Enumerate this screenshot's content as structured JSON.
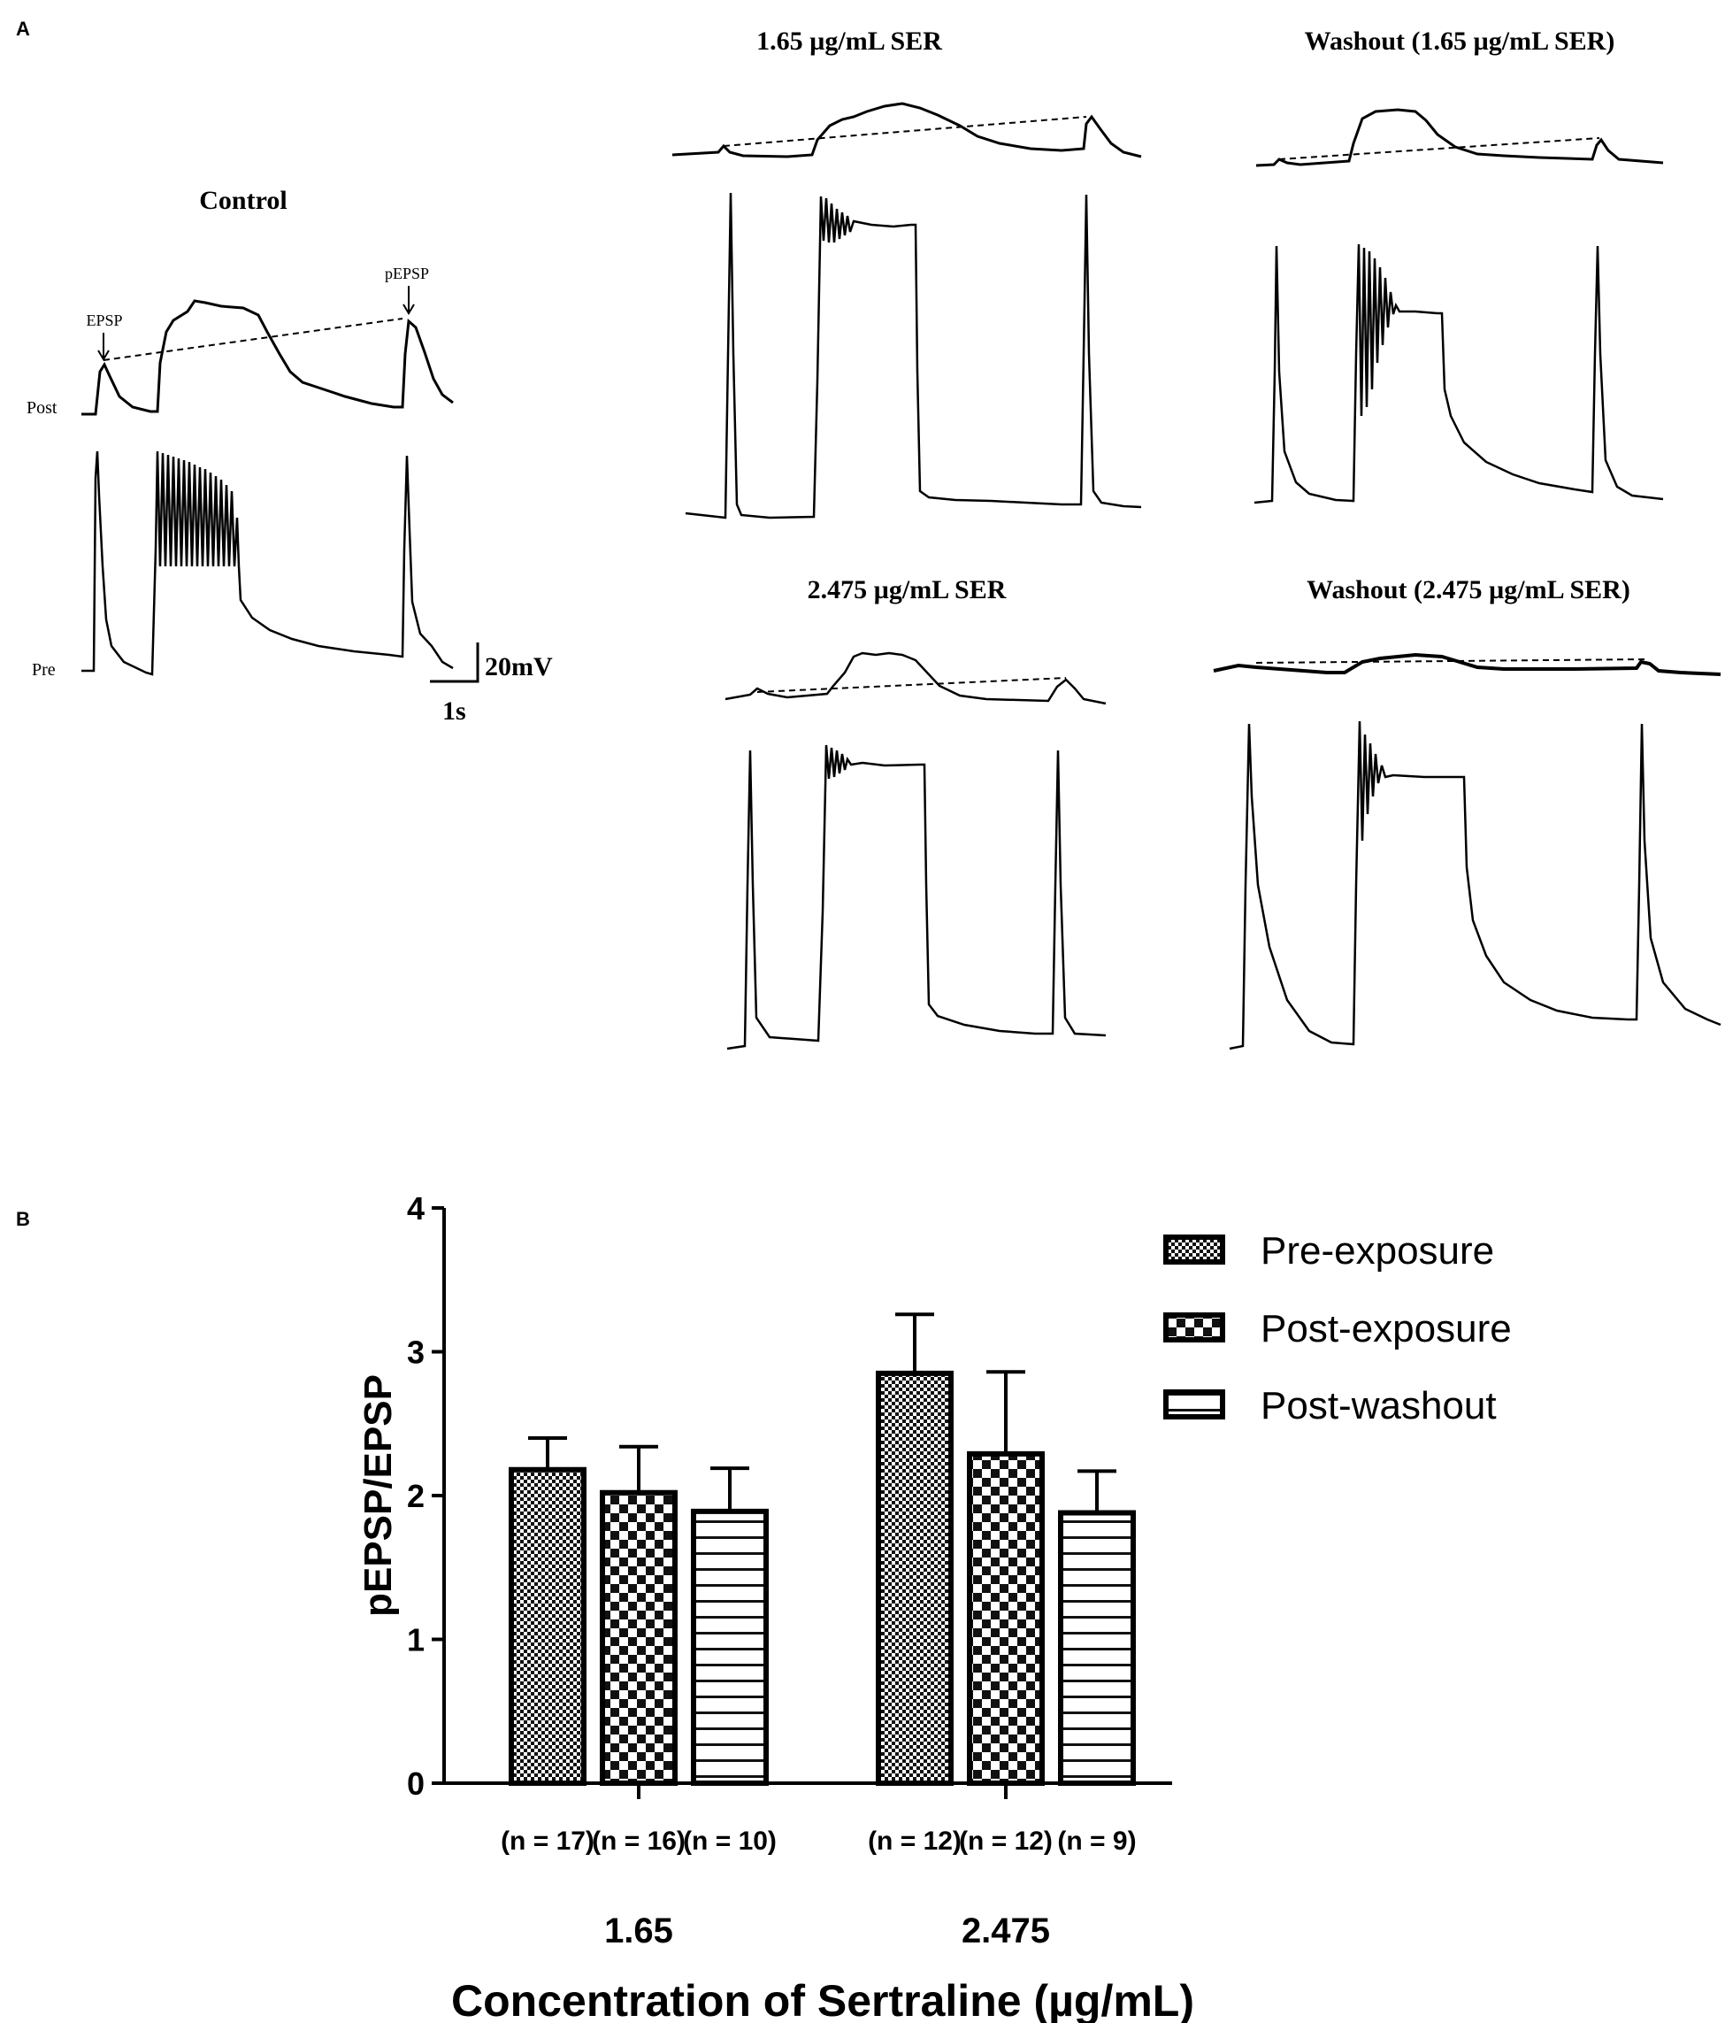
{
  "panel_a": {
    "label": "A",
    "control": {
      "title": "Control",
      "post_label": "Post",
      "pre_label": "Pre",
      "epsp_label": "EPSP",
      "pepsp_label": "pEPSP"
    },
    "scalebar": {
      "voltage": "20mV",
      "time": "1s"
    },
    "conditions": [
      {
        "id": "ser165",
        "title": "1.65 µg/mL SER"
      },
      {
        "id": "wash165",
        "title": "Washout (1.65 µg/mL SER)"
      },
      {
        "id": "ser2475",
        "title": "2.475 µg/mL SER"
      },
      {
        "id": "wash2475",
        "title": "Washout (2.475 µg/mL SER)"
      }
    ]
  },
  "panel_b": {
    "label": "B"
  },
  "chart_data": {
    "type": "bar",
    "categories": [
      "1.65",
      "2.475"
    ],
    "xlabel": "Concentration of Sertraline (µg/mL)",
    "ylabel": "pEPSP/EPSP",
    "ylim": [
      0,
      4
    ],
    "yticks": [
      0,
      1,
      2,
      3,
      4
    ],
    "legend_position": "top-right",
    "series": [
      {
        "name": "Pre-exposure",
        "pattern": "fine-checker",
        "values": [
          2.18,
          2.85
        ],
        "errors": [
          0.22,
          0.41
        ],
        "n_labels": [
          "(n = 17)",
          "(n = 12)"
        ]
      },
      {
        "name": "Post-exposure",
        "pattern": "coarse-checker",
        "values": [
          2.02,
          2.29
        ],
        "errors": [
          0.32,
          0.57
        ],
        "n_labels": [
          "(n = 16)",
          "(n = 12)"
        ]
      },
      {
        "name": "Post-washout",
        "pattern": "horizontal-stripes",
        "values": [
          1.89,
          1.88
        ],
        "errors": [
          0.3,
          0.29
        ],
        "n_labels": [
          "(n = 10)",
          "(n = 9)"
        ]
      }
    ]
  }
}
